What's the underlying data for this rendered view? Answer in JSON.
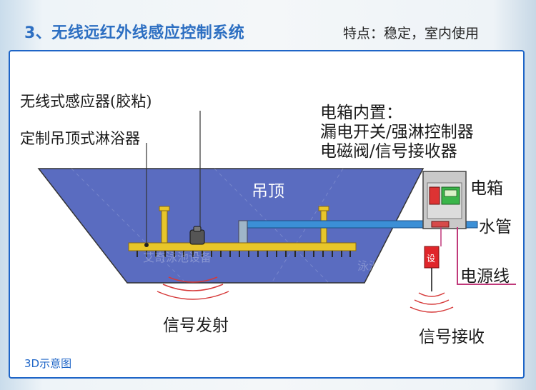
{
  "header": {
    "title": "3、无线远红外线感应控制系统",
    "feature": "特点：稳定，室内使用"
  },
  "labels": {
    "sensor": "无线式感应器(胶粘)",
    "shower": "定制吊顶式淋浴器",
    "box_title": "电箱内置：",
    "box_line1": "漏电开关/强淋控制器",
    "box_line2": "电磁阀/信号接收器",
    "ceiling": "吊顶",
    "electric_box": "电箱",
    "water_pipe": "水管",
    "power_line": "电源线",
    "signal_send": "信号发射",
    "signal_receive": "信号接收",
    "receiver_tag": "设",
    "caption": "3D示意图"
  },
  "watermarks": [
    "艾奇泳池设备",
    "泳池设备"
  ],
  "colors": {
    "title": "#2d6fc2",
    "border": "#1e65c7",
    "ceiling": "#5a6cc0",
    "shower_bar": "#e8c62a",
    "water_pipe": "#3b8fd6",
    "signal_waves": "#d63a3a",
    "power_line": "#c0397a",
    "receiver": "#e0262b"
  }
}
